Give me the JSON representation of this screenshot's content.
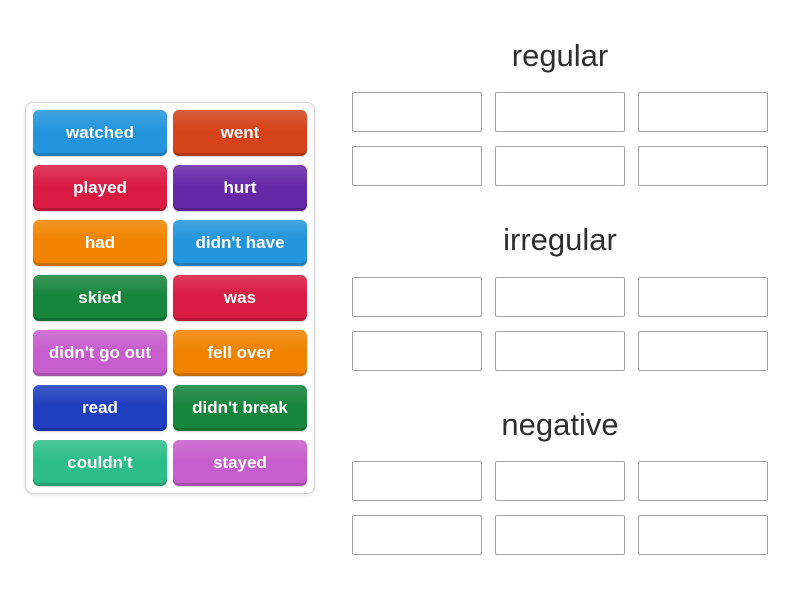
{
  "tray": {
    "tiles": [
      {
        "label": "watched",
        "color": "#2395dc"
      },
      {
        "label": "went",
        "color": "#d5431a"
      },
      {
        "label": "played",
        "color": "#da1c44"
      },
      {
        "label": "hurt",
        "color": "#6728a8"
      },
      {
        "label": "had",
        "color": "#f18300"
      },
      {
        "label": "didn't have",
        "color": "#2395dc"
      },
      {
        "label": "skied",
        "color": "#17853c"
      },
      {
        "label": "was",
        "color": "#da1c44"
      },
      {
        "label": "didn't go out",
        "color": "#c75ecd"
      },
      {
        "label": "fell over",
        "color": "#f18300"
      },
      {
        "label": "read",
        "color": "#1e3fbf"
      },
      {
        "label": "didn't break",
        "color": "#17853c"
      },
      {
        "label": "couldn't",
        "color": "#2cbd8a"
      },
      {
        "label": "stayed",
        "color": "#c75ecd"
      }
    ]
  },
  "groups": [
    {
      "title": "regular",
      "slots": 6
    },
    {
      "title": "irregular",
      "slots": 6
    },
    {
      "title": "negative",
      "slots": 6
    }
  ],
  "colors": {
    "background": "#ffffff",
    "heading": "#2e2e2e",
    "slot_border": "#a3a3a3",
    "tile_text": "#ffffff"
  }
}
